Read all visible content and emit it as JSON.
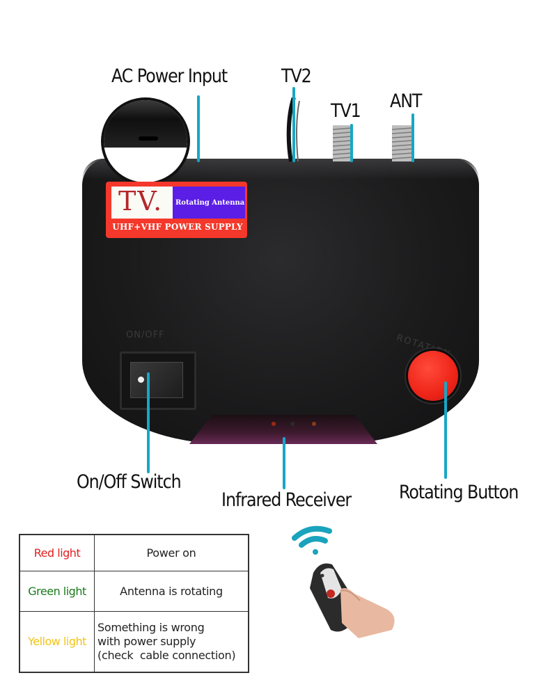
{
  "callouts": {
    "ac_power_input": "AC Power Input",
    "tv2": "TV2",
    "tv1": "TV1",
    "ant": "ANT",
    "on_off_switch": "On/Off Switch",
    "infrared_receiver": "Infrared Receiver",
    "rotating_button": "Rotating Button"
  },
  "device": {
    "brand_label": {
      "tv": "TV.",
      "subtitle": "Rotating Antenna",
      "supply": "UHF+VHF POWER SUPPLY"
    },
    "switch_label": "ON/OFF",
    "rotation_label": "ROTATION"
  },
  "status_table": {
    "rows": [
      {
        "light": "Red light",
        "meaning": "Power on",
        "color": "#e02020"
      },
      {
        "light": "Green light",
        "meaning": "Antenna is rotating",
        "color": "#1a7a1a"
      },
      {
        "light": "Yellow light",
        "meaning_lines": [
          "Something is wrong",
          "with power supply",
          "(check  cable connection)"
        ],
        "color": "#f2c414"
      }
    ]
  },
  "colors": {
    "leader": "#17a7c6",
    "device_body": "#1b1b1c",
    "button_red": "#ee2418",
    "label_red": "#f4382b",
    "label_purple": "#5a1ee6"
  },
  "icons": {
    "wifi": "wifi-signal-icon",
    "remote": "remote-control-icon"
  }
}
